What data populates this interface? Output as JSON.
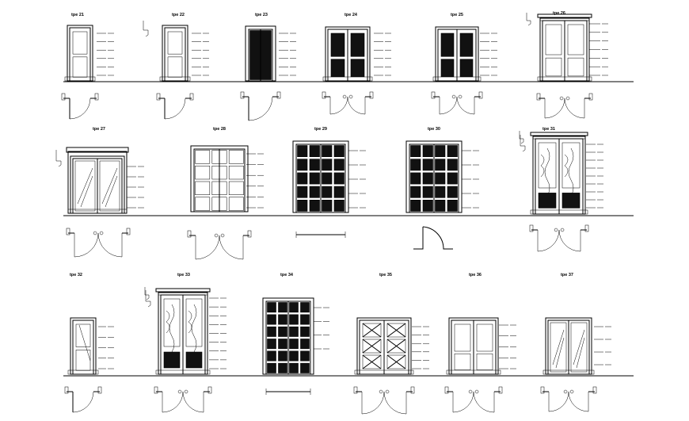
{
  "drawing": {
    "labels": [
      "tpe 21",
      "tpe 22",
      "tpe 23",
      "tpe 24",
      "tpe 25",
      "tpe 26",
      "tpe 27",
      "tpe 28",
      "tpe 29",
      "tpe 30",
      "tpe 31",
      "tpe 32",
      "tpe 33",
      "tpe 34",
      "tpe 35",
      "tpe 36",
      "tpe 37"
    ]
  }
}
